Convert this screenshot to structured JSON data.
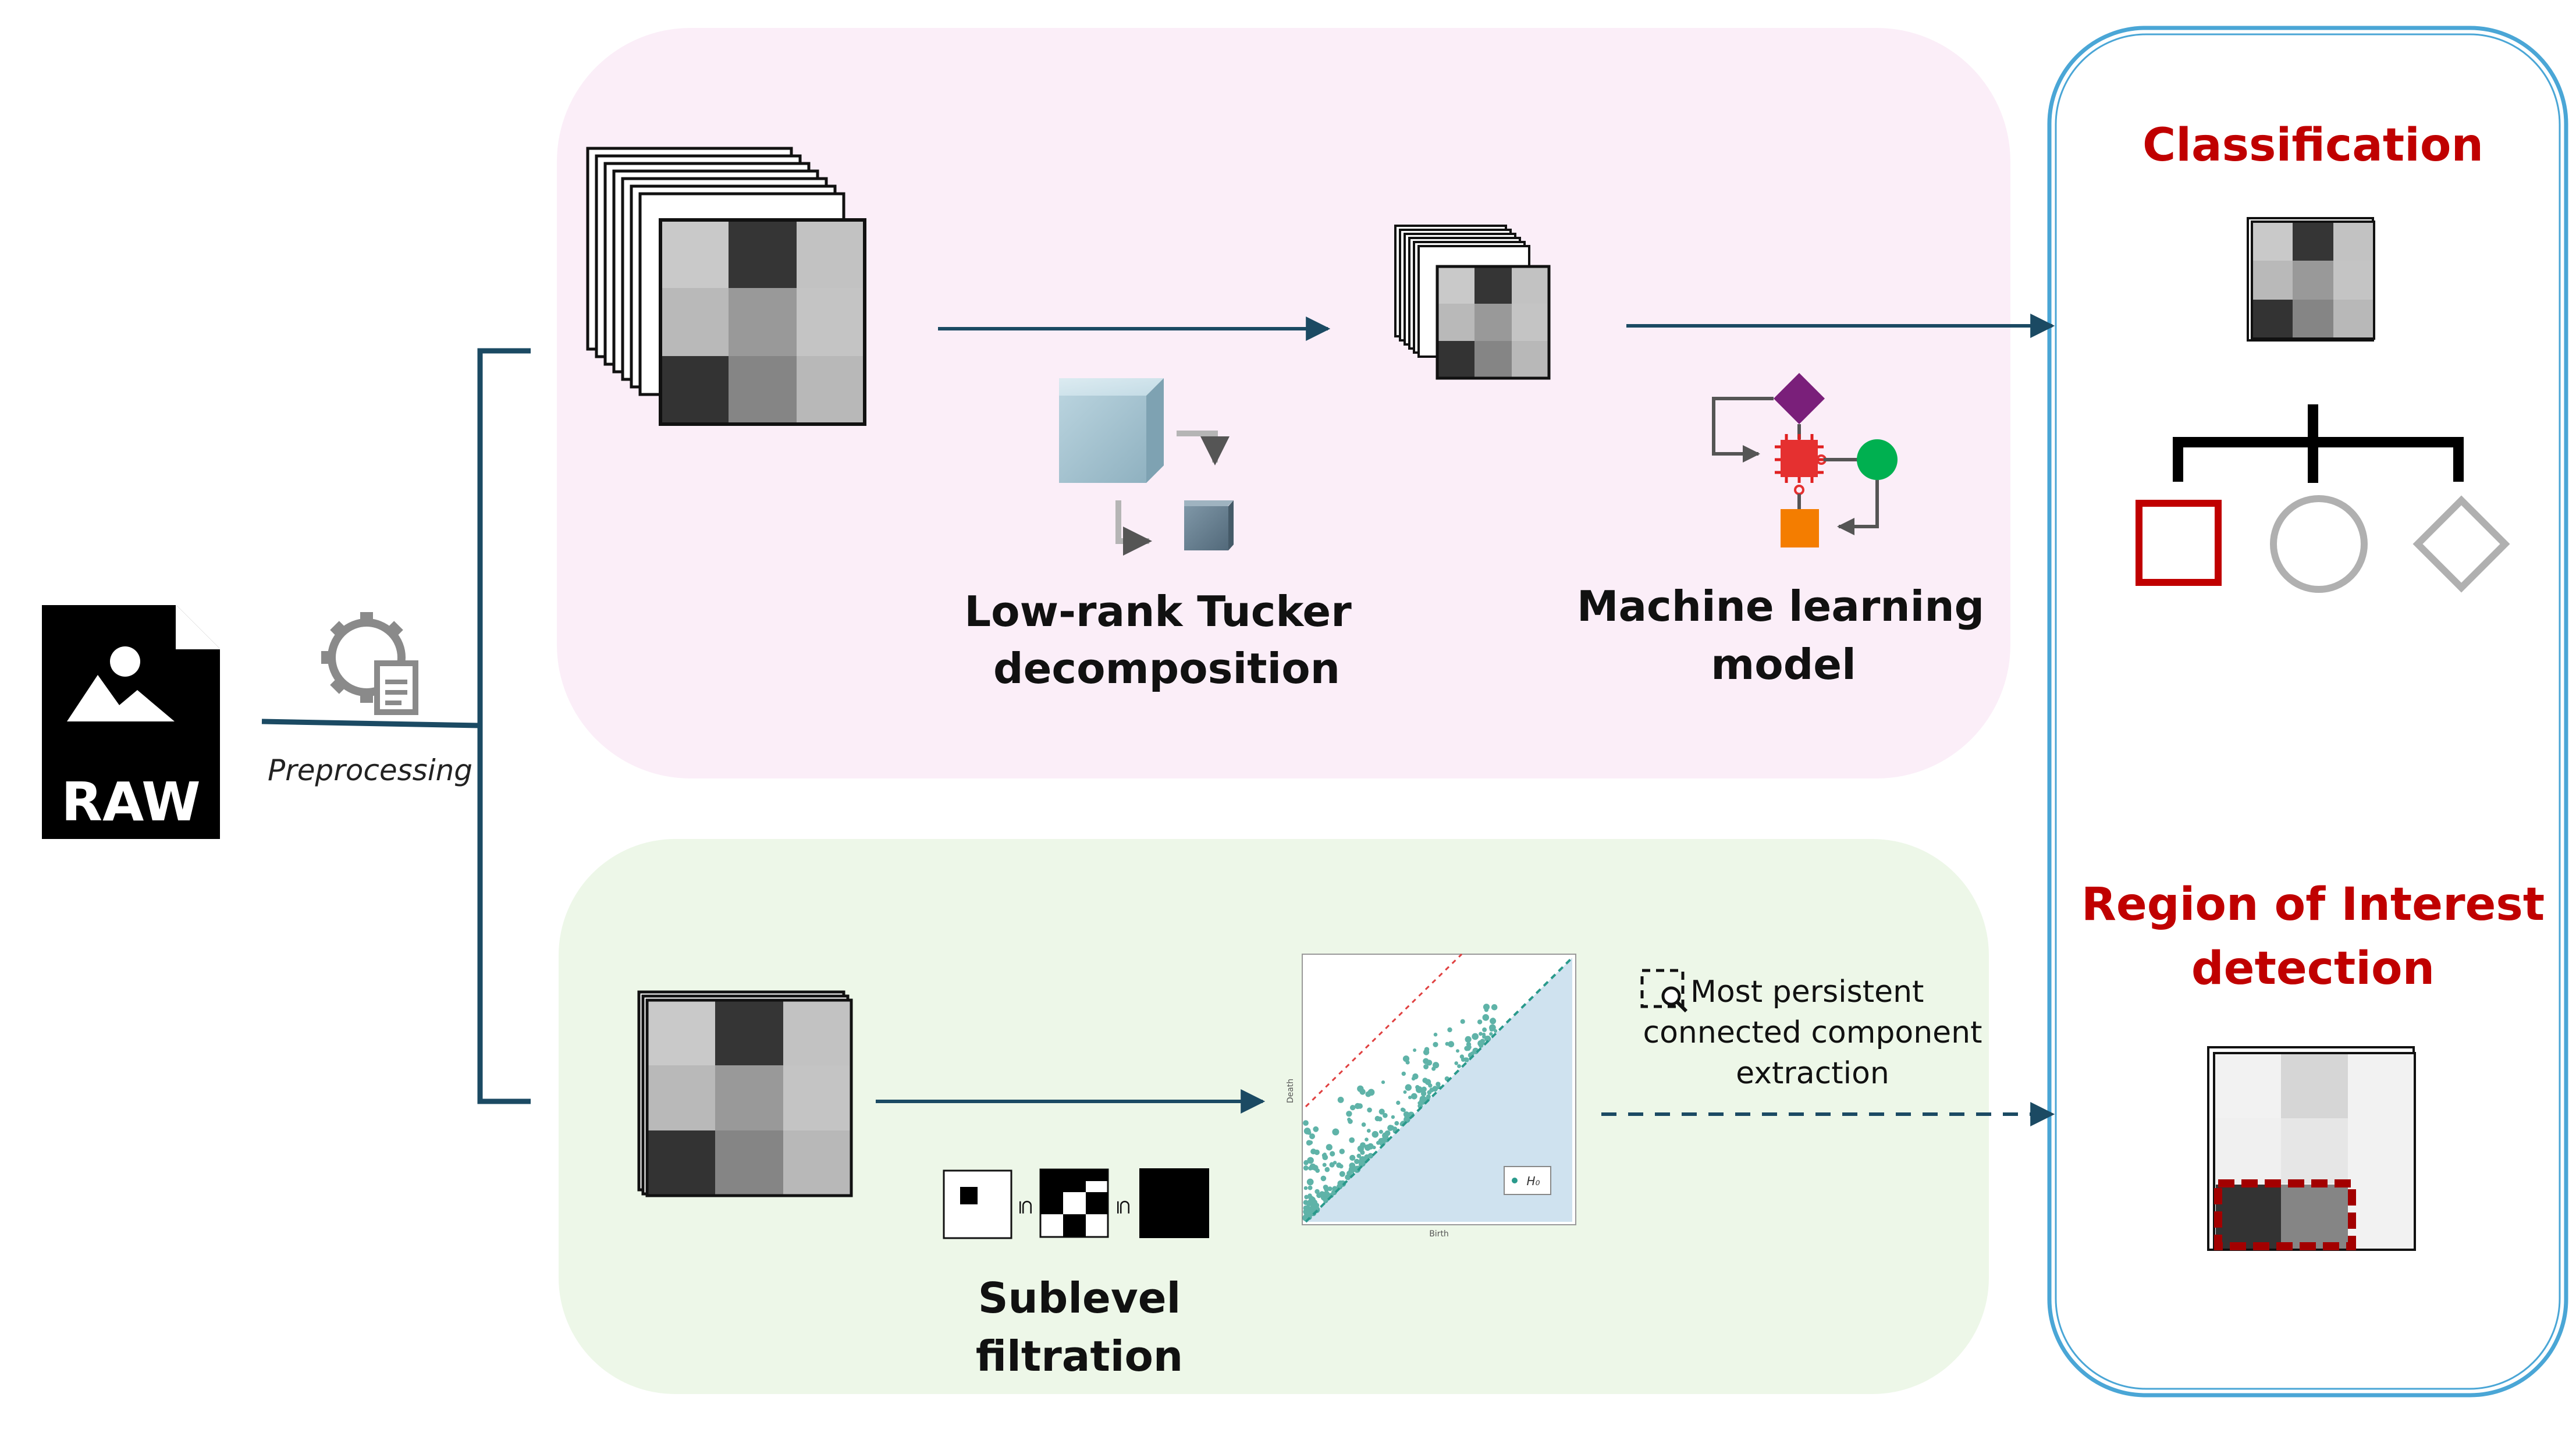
{
  "input": {
    "file_badge": "RAW",
    "preprocess_label": "Preprocessing"
  },
  "top_panel": {
    "tucker_label_line1": "Low-rank Tucker",
    "tucker_label_line2": "decomposition",
    "ml_label_line1": "Machine learning",
    "ml_label_line2": "model"
  },
  "bottom_panel": {
    "sublevel_label_line1": "Sublevel",
    "sublevel_label_line2": "filtration",
    "subset_symbol": "⊆",
    "pd_axis_x": "Birth",
    "pd_axis_y": "Death",
    "pd_legend": "H₀",
    "persist_line1": "Most persistent",
    "persist_line2": "connected component",
    "persist_line3": "extraction"
  },
  "output_panel": {
    "classification_title": "Classification",
    "roi_title_line1": "Region of Interest",
    "roi_title_line2": "detection"
  },
  "colors": {
    "top_panel_bg": "#fbeef8",
    "bottom_panel_bg": "#edf7e8",
    "output_border": "#4aa6d6",
    "arrow": "#1b4a63",
    "accent_red": "#c00000",
    "points": "#2a9a8c"
  }
}
